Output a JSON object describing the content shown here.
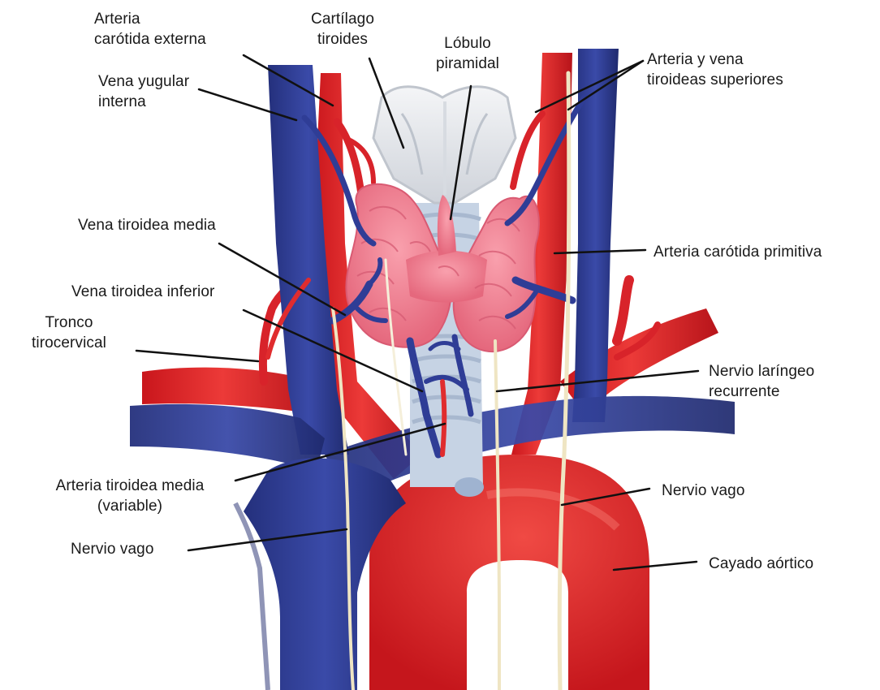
{
  "labels": {
    "arteria_carotida_externa": [
      "Arteria",
      "carótida externa"
    ],
    "cartilago_tiroides": [
      "Cartílago",
      "tiroides"
    ],
    "lobulo_piramidal": [
      "Lóbulo",
      "piramidal"
    ],
    "arteria_vena_tiroideas_superiores": [
      "Arteria y vena",
      "tiroideas superiores"
    ],
    "vena_yugular_interna": [
      "Vena yugular",
      "interna"
    ],
    "vena_tiroidea_media": [
      "Vena tiroidea media"
    ],
    "arteria_carotida_primitiva": [
      "Arteria carótida primitiva"
    ],
    "vena_tiroidea_inferior": [
      "Vena tiroidea inferior"
    ],
    "tronco_tirocervical": [
      "Tronco",
      "tirocervical"
    ],
    "nervio_laringeo_recurrente": [
      "Nervio laríngeo",
      "recurrente"
    ],
    "arteria_tiroidea_media": [
      "Arteria tiroidea media",
      "(variable)"
    ],
    "nervio_vago_right": [
      "Nervio vago"
    ],
    "nervio_vago_left": [
      "Nervio vago"
    ],
    "cayado_aortico": [
      "Cayado aórtico"
    ]
  },
  "colors": {
    "artery": "#e3262b",
    "artery_dark": "#b5161b",
    "vein": "#2e3d94",
    "vein_dark": "#1d2766",
    "thyroid": "#f07a8c",
    "thyroid_dark": "#c94a63",
    "cartilage": "#e6e8ec",
    "trachea": "#c9d6e6",
    "nerve": "#f3ecd2",
    "leader_line": "#111111"
  }
}
